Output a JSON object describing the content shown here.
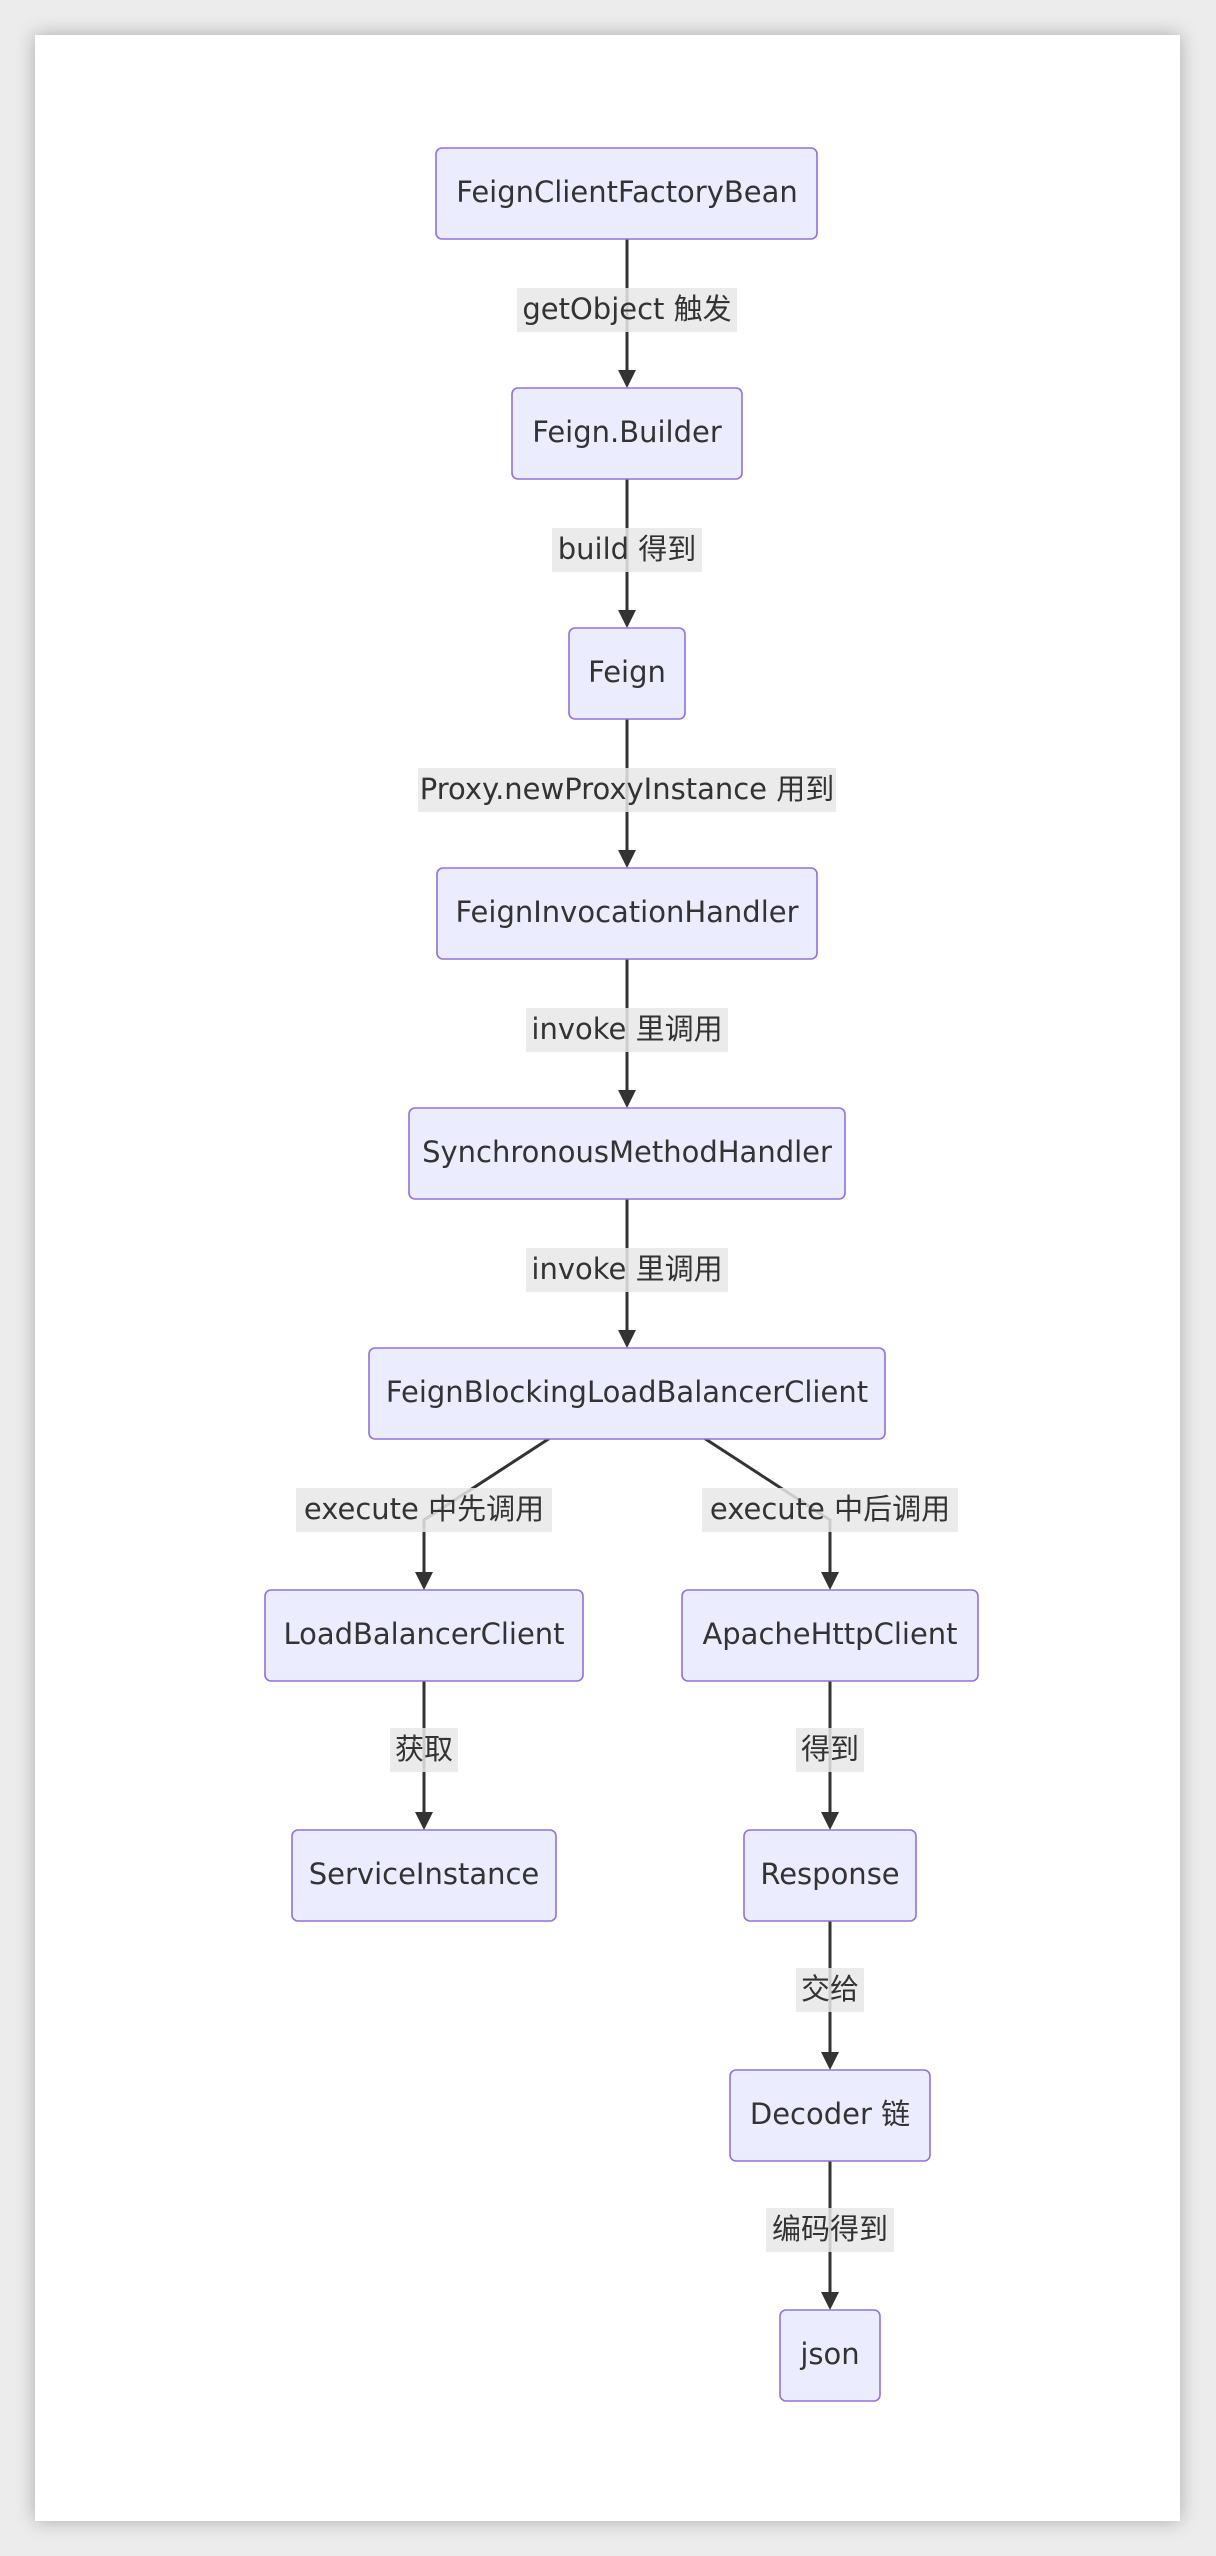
{
  "nodes": {
    "factory_bean": "FeignClientFactoryBean",
    "builder": "Feign.Builder",
    "feign": "Feign",
    "invocation_handler": "FeignInvocationHandler",
    "sync_handler": "SynchronousMethodHandler",
    "lb_client": "FeignBlockingLoadBalancerClient",
    "load_balancer_client": "LoadBalancerClient",
    "apache_client": "ApacheHttpClient",
    "service_instance": "ServiceInstance",
    "response": "Response",
    "decoder": "Decoder 链",
    "json": "json"
  },
  "edges": {
    "get_object": "getObject 触发",
    "build": "build 得到",
    "proxy": "Proxy.newProxyInstance 用到",
    "invoke_1": "invoke 里调用",
    "invoke_2": "invoke 里调用",
    "execute_first": "execute 中先调用",
    "execute_later": "execute 中后调用",
    "obtain": "获取",
    "get": "得到",
    "hand_to": "交给",
    "decode": "编码得到"
  },
  "colors": {
    "node_fill": "#ECECFF",
    "node_border": "#9370DB",
    "edge": "#333333",
    "label_bg": "#e8e8e8"
  }
}
